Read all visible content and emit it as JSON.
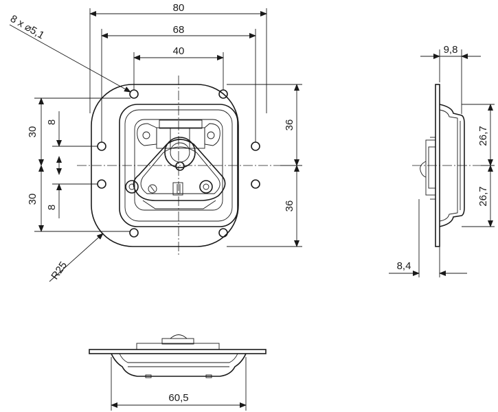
{
  "drawing": {
    "front_view": {
      "width_overall": "80",
      "hole_spacing_outer": "68",
      "hole_spacing_inner": "40",
      "holes_note": "8 x ⌀5,1",
      "upper_half_height": "30",
      "lower_half_height": "30",
      "upper_offset": "8",
      "lower_offset": "8",
      "upper_height_right": "36",
      "lower_height_right": "36",
      "corner_radius": "R25"
    },
    "side_view": {
      "depth": "9,8",
      "upper_height": "26,7",
      "lower_height": "26,7",
      "plate_offset": "8,4"
    },
    "bottom_view": {
      "inner_width": "60,5"
    }
  }
}
